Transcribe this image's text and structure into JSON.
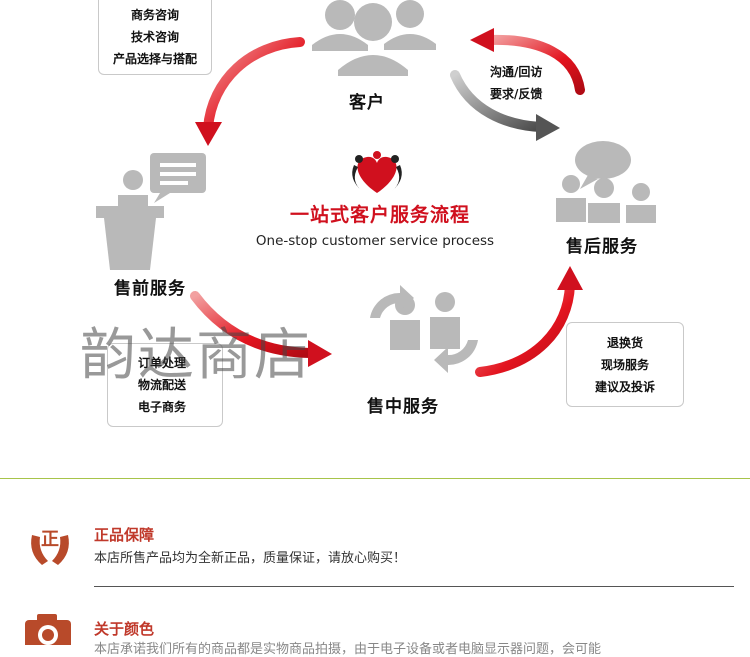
{
  "top_left_box": [
    "商务咨询",
    "技术咨询",
    "产品选择与搭配"
  ],
  "customer_label": "客户",
  "feedback_items": [
    "沟通/回访",
    "要求/反馈"
  ],
  "center": {
    "title": "一站式客户服务流程",
    "subtitle": "One-stop customer service process"
  },
  "presale_label": "售前服务",
  "aftersale_label": "售后服务",
  "insale_label": "售中服务",
  "order_box": [
    "订单处理",
    "物流配送",
    "电子商务"
  ],
  "aftersale_box": [
    "退换货",
    "现场服务",
    "建议及投诉"
  ],
  "watermark": "韵达商店",
  "guarantee": {
    "title": "正品保障",
    "text": "本店所售产品均为全新正品，质量保证，请放心购买！",
    "icon_char": "正"
  },
  "color_section": {
    "title": "关于颜色",
    "text": "本店承诺我们所有的商品都是实物商品拍摄，由于电子设备或者电脑显示器问题，会可能"
  },
  "colors": {
    "accent_red": "#d0101e",
    "arrow_gray": "#555555",
    "icon_gray": "#b9b9b9",
    "rule_green": "#a7c44a"
  }
}
